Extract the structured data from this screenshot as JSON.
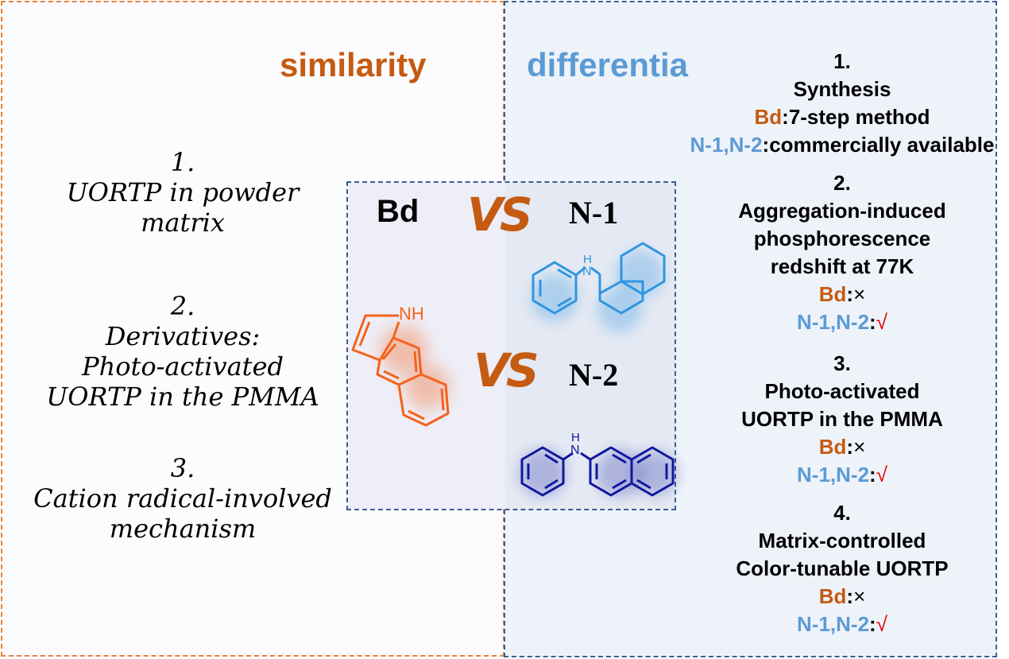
{
  "headings": {
    "similarity": "similarity",
    "differentia": "differentia"
  },
  "similarity": [
    {
      "num": "1.",
      "lines": [
        "UORTP in powder",
        "matrix"
      ]
    },
    {
      "num": "2.",
      "lines": [
        "Derivatives:",
        "Photo-activated",
        "UORTP in the PMMA"
      ]
    },
    {
      "num": "3.",
      "lines": [
        "Cation radical-involved",
        "mechanism"
      ]
    }
  ],
  "compare": {
    "bd": "Bd",
    "n1": "N-1",
    "n2": "N-2",
    "vs": "VS",
    "nh_label": "NH",
    "h_label": "H",
    "n_label": "N",
    "colors": {
      "bd": "#f4621c",
      "n1": "#2f95e0",
      "n2": "#10189e"
    }
  },
  "differentia": [
    {
      "num": "1.",
      "title_lines": [
        "Synthesis"
      ],
      "bd_label": "Bd",
      "bd_value": ":7-step method",
      "n_label": "N-1,N-2",
      "n_value": ":commercially available"
    },
    {
      "num": "2.",
      "title_lines": [
        "Aggregation-induced",
        "phosphorescence",
        "redshift at 77K"
      ],
      "bd_label": "Bd",
      "bd_colon": ":",
      "bd_value": "×",
      "n_label": "N-1,N-2",
      "n_colon": ":",
      "n_value": "√"
    },
    {
      "num": "3.",
      "title_lines": [
        "Photo-activated",
        "UORTP in the PMMA"
      ],
      "bd_label": "Bd",
      "bd_colon": ":",
      "bd_value": "×",
      "n_label": "N-1,N-2",
      "n_colon": ":",
      "n_value": "√"
    },
    {
      "num": "4.",
      "title_lines": [
        "Matrix-controlled",
        "Color-tunable UORTP"
      ],
      "bd_label": "Bd",
      "bd_colon": ":",
      "bd_value": "×",
      "n_label": "N-1,N-2",
      "n_colon": ":",
      "n_value": "√"
    }
  ]
}
